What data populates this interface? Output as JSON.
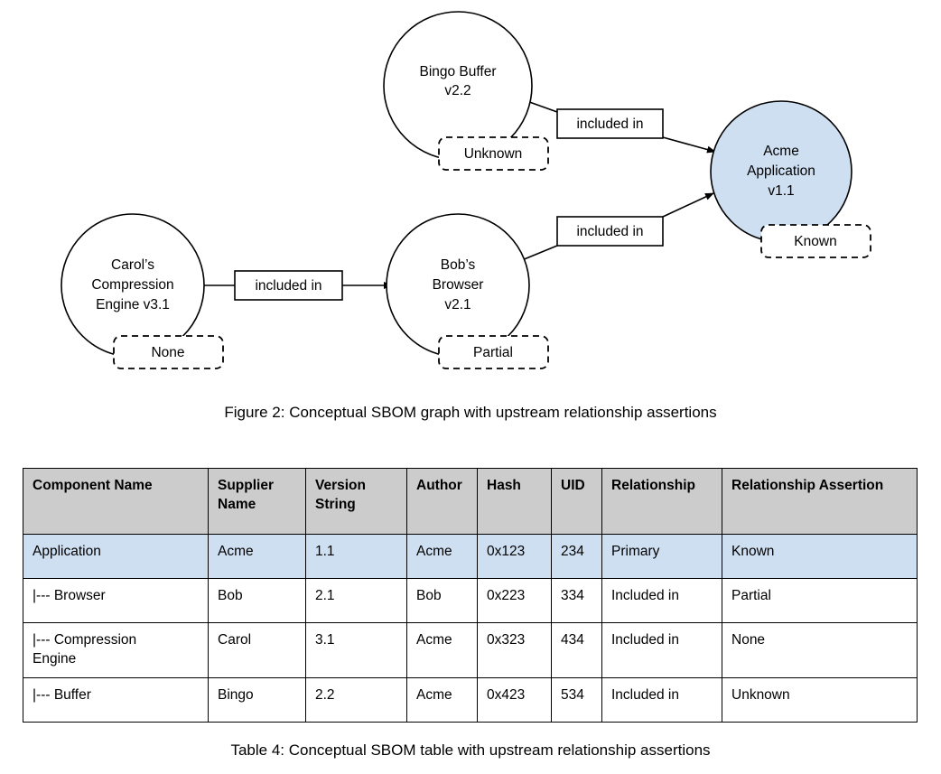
{
  "figure": {
    "caption": "Figure 2: Conceptual SBOM graph with upstream relationship assertions",
    "nodes": [
      {
        "id": "bingo-buffer",
        "line1": "Bingo Buffer",
        "line2": "v2.2",
        "assertion": "Unknown",
        "fill": "#ffffff"
      },
      {
        "id": "acme-application",
        "line1": "Acme",
        "line2": "Application",
        "line3": "v1.1",
        "assertion": "Known",
        "fill": "#cfdff2"
      },
      {
        "id": "carols-compression-engine",
        "line1": "Carol’s",
        "line2": "Compression",
        "line3": "Engine v3.1",
        "assertion": "None",
        "fill": "#ffffff"
      },
      {
        "id": "bobs-browser",
        "line1": "Bob’s",
        "line2": "Browser",
        "line3": "v2.1",
        "assertion": "Partial",
        "fill": "#ffffff"
      }
    ],
    "edges": [
      {
        "id": "edge-buffer-to-app",
        "label": "included in"
      },
      {
        "id": "edge-browser-to-app",
        "label": "included in"
      },
      {
        "id": "edge-engine-to-browser",
        "label": "included in"
      }
    ]
  },
  "table": {
    "caption": "Table 4: Conceptual SBOM table with upstream relationship assertions",
    "headers": [
      "Component Name",
      "Supplier Name",
      "Version String",
      "Author",
      "Hash",
      "UID",
      "Relationship",
      "Relationship Assertion"
    ],
    "rows": [
      {
        "highlight": true,
        "indent": 0,
        "component": "Application",
        "supplier": "Acme",
        "version": "1.1",
        "author": "Acme",
        "hash": "0x123",
        "uid": "234",
        "relationship": "Primary",
        "assertion": "Known"
      },
      {
        "highlight": false,
        "indent": 1,
        "component": "|--- Browser",
        "supplier": "Bob",
        "version": "2.1",
        "author": "Bob",
        "hash": "0x223",
        "uid": "334",
        "relationship": "Included in",
        "assertion": "Partial"
      },
      {
        "highlight": false,
        "indent": 2,
        "component": "|--- Compression\n        Engine",
        "supplier": "Carol",
        "version": "3.1",
        "author": "Acme",
        "hash": "0x323",
        "uid": "434",
        "relationship": "Included in",
        "assertion": "None"
      },
      {
        "highlight": false,
        "indent": 1,
        "component": "|--- Buffer",
        "supplier": "Bingo",
        "version": "2.2",
        "author": "Acme",
        "hash": "0x423",
        "uid": "534",
        "relationship": "Included in",
        "assertion": "Unknown"
      }
    ]
  },
  "colors": {
    "header_gray": "#cccccc",
    "highlight_blue": "#cfdff2",
    "stroke_black": "#000000",
    "page_white": "#ffffff"
  }
}
